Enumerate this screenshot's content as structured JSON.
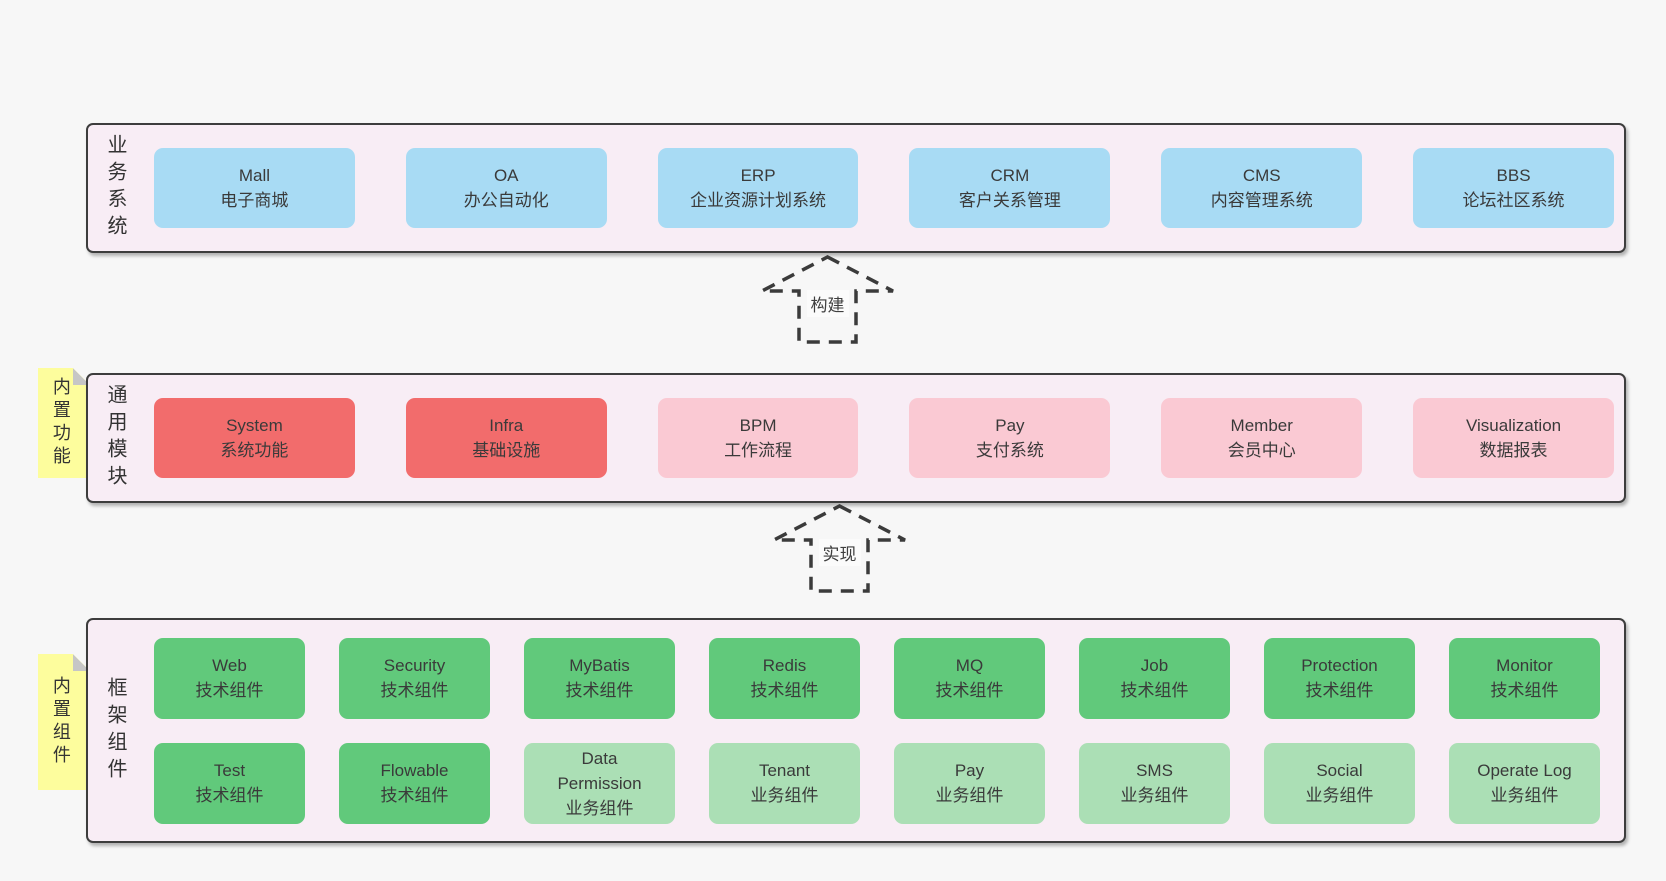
{
  "colors": {
    "page_bg": "#f7f7f7",
    "section_bg": "#f8edf5",
    "border": "#3d3d3d",
    "text": "#3a3a3a",
    "blue": "#a8dbf4",
    "red": "#f26c6c",
    "pink": "#fac9d3",
    "green": "#61c97b",
    "green_light": "#abdfb5",
    "sticky_yellow": "#fdfd9d",
    "fold_gray": "#c6c6c6"
  },
  "arrows": [
    {
      "label": "构建"
    },
    {
      "label": "实现"
    }
  ],
  "sections": [
    {
      "id": "business-systems",
      "label": "业务系统",
      "sticky": null,
      "rows": [
        [
          {
            "title": "Mall",
            "subtitle": "电子商城",
            "type": "blue"
          },
          {
            "title": "OA",
            "subtitle": "办公自动化",
            "type": "blue"
          },
          {
            "title": "ERP",
            "subtitle": "企业资源计划系统",
            "type": "blue"
          },
          {
            "title": "CRM",
            "subtitle": "客户关系管理",
            "type": "blue"
          },
          {
            "title": "CMS",
            "subtitle": "内容管理系统",
            "type": "blue"
          },
          {
            "title": "BBS",
            "subtitle": "论坛社区系统",
            "type": "blue"
          }
        ]
      ]
    },
    {
      "id": "common-modules",
      "label": "通用模块",
      "sticky": "内置功能",
      "rows": [
        [
          {
            "title": "System",
            "subtitle": "系统功能",
            "type": "red"
          },
          {
            "title": "Infra",
            "subtitle": "基础设施",
            "type": "red"
          },
          {
            "title": "BPM",
            "subtitle": "工作流程",
            "type": "pink"
          },
          {
            "title": "Pay",
            "subtitle": "支付系统",
            "type": "pink"
          },
          {
            "title": "Member",
            "subtitle": "会员中心",
            "type": "pink"
          },
          {
            "title": "Visualization",
            "subtitle": "数据报表",
            "type": "pink"
          }
        ]
      ]
    },
    {
      "id": "framework-components",
      "label": "框架组件",
      "sticky": "内置组件",
      "rows": [
        [
          {
            "title": "Web",
            "subtitle": "技术组件",
            "type": "green"
          },
          {
            "title": "Security",
            "subtitle": "技术组件",
            "type": "green"
          },
          {
            "title": "MyBatis",
            "subtitle": "技术组件",
            "type": "green"
          },
          {
            "title": "Redis",
            "subtitle": "技术组件",
            "type": "green"
          },
          {
            "title": "MQ",
            "subtitle": "技术组件",
            "type": "green"
          },
          {
            "title": "Job",
            "subtitle": "技术组件",
            "type": "green"
          },
          {
            "title": "Protection",
            "subtitle": "技术组件",
            "type": "green"
          },
          {
            "title": "Monitor",
            "subtitle": "技术组件",
            "type": "green"
          }
        ],
        [
          {
            "title": "Test",
            "subtitle": "技术组件",
            "type": "green"
          },
          {
            "title": "Flowable",
            "subtitle": "技术组件",
            "type": "green"
          },
          {
            "title": "Data\nPermission",
            "subtitle": "业务组件",
            "type": "green_light"
          },
          {
            "title": "Tenant",
            "subtitle": "业务组件",
            "type": "green_light"
          },
          {
            "title": "Pay",
            "subtitle": "业务组件",
            "type": "green_light"
          },
          {
            "title": "SMS",
            "subtitle": "业务组件",
            "type": "green_light"
          },
          {
            "title": "Social",
            "subtitle": "业务组件",
            "type": "green_light"
          },
          {
            "title": "Operate Log",
            "subtitle": "业务组件",
            "type": "green_light"
          }
        ]
      ]
    }
  ]
}
